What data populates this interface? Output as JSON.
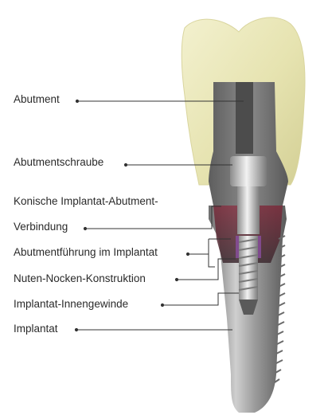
{
  "labels": {
    "abutment": "Abutment",
    "abutment_screw": "Abutmentschraube",
    "conical_connection_line1": "Konische Implantat-Abutment-",
    "conical_connection_line2": "Verbindung",
    "abutment_guide": "Abutmentführung im Implantat",
    "groove_cam": "Nuten-Nocken-Konstruktion",
    "internal_thread": "Implantat-Innengewinde",
    "implant": "Implantat"
  }
}
